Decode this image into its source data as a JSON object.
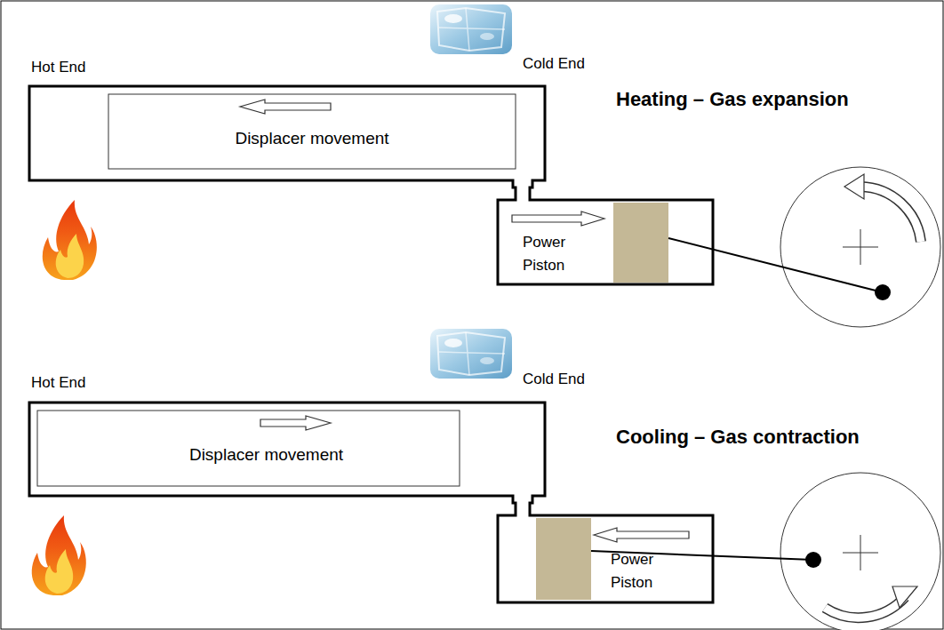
{
  "diagram": {
    "nodes": [
      {
        "text": [
          "Displacer movement"
        ]
      },
      {
        "text": [
          "Power Piston"
        ]
      },
      {
        "text": [
          "Displacer movement"
        ]
      },
      {
        "text": [
          "Power Piston"
        ]
      }
    ],
    "labels": [
      "Hot End",
      "Cold End",
      "Heating – Gas expansion",
      "Hot End",
      "Cold End",
      "Cooling – Gas contraction"
    ]
  }
}
